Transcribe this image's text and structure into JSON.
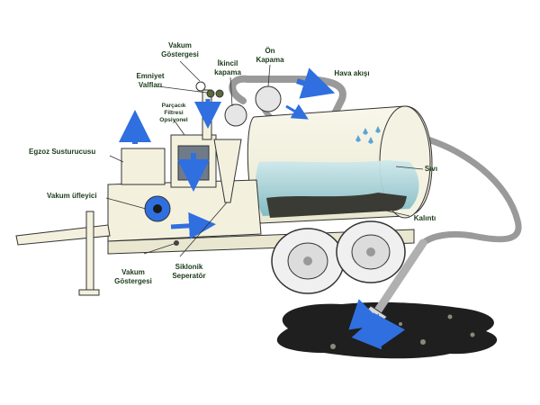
{
  "labels": {
    "vakum_gostergesi_top": "Vakum\nGöstergesi",
    "ikincil_kapama": "İkincil\nkapama",
    "on_kapama": "Ön\nKapama",
    "emniyet_valflari": "Emniyet\nValfları",
    "hava_akisi": "Hava akışı",
    "parcacik_filtresi": "Parçacık\nFiltresi\nOpsiyonel",
    "egzoz_susturucusu": "Egzoz Susturucusu",
    "sivi": "Sıvı",
    "vakum_ufleyici": "Vakum üfleyici",
    "kalinti": "Kalıntı",
    "vakum_gostergesi_bottom": "Vakum\nGöstergesi",
    "siklonik_seperator": "Siklonik\nSeperatör"
  },
  "colors": {
    "arrow_blue": "#2f6fe0",
    "liquid": "#9fcfd6",
    "spill": "#1f1f1f",
    "trailer": "#f3f1de",
    "outline": "#333333"
  }
}
